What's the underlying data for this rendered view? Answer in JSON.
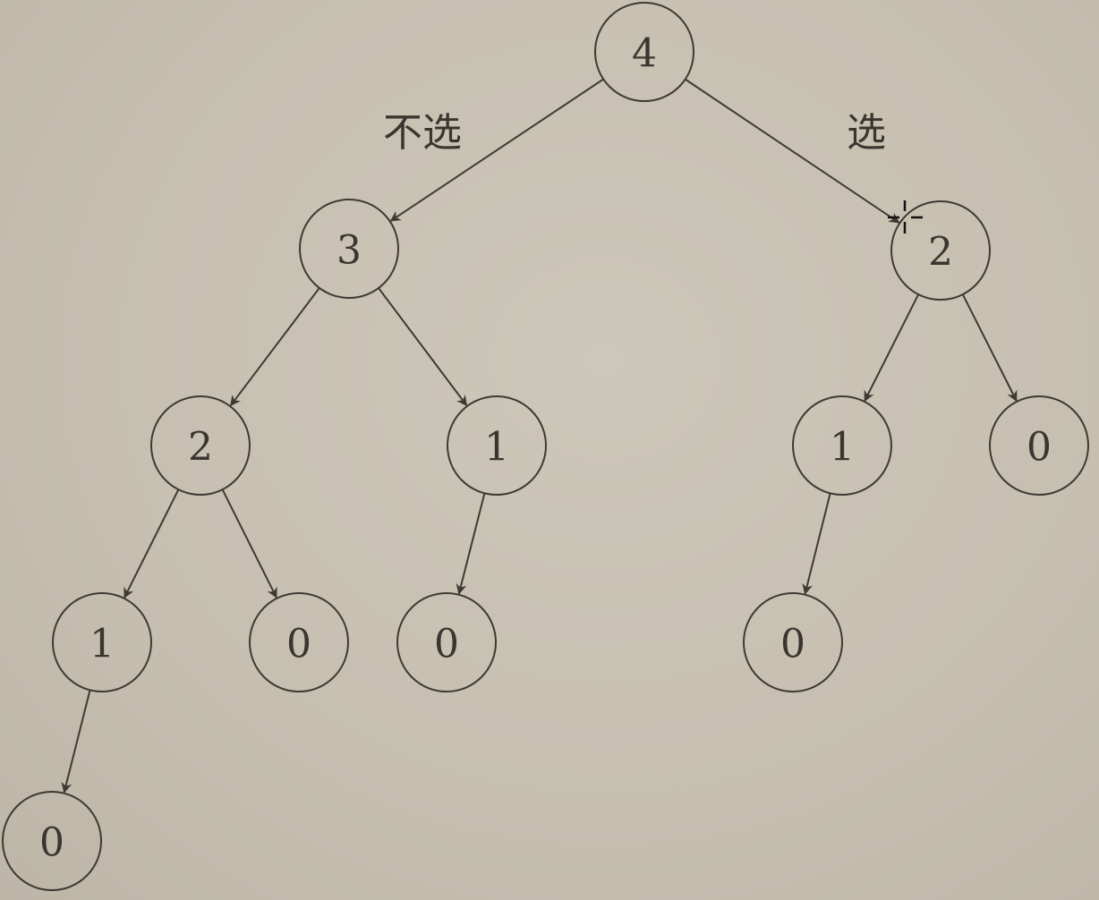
{
  "diagram": {
    "type": "recursion-tree",
    "nodes": [
      {
        "id": "n0",
        "label": "4"
      },
      {
        "id": "n1",
        "label": "3"
      },
      {
        "id": "n2",
        "label": "2"
      },
      {
        "id": "n3",
        "label": "2"
      },
      {
        "id": "n4",
        "label": "1"
      },
      {
        "id": "n5",
        "label": "1"
      },
      {
        "id": "n6",
        "label": "0"
      },
      {
        "id": "n7",
        "label": "1"
      },
      {
        "id": "n8",
        "label": "0"
      },
      {
        "id": "n9",
        "label": "0"
      },
      {
        "id": "n10",
        "label": "0"
      },
      {
        "id": "n11",
        "label": "0"
      }
    ],
    "edges": [
      {
        "from": "n0",
        "to": "n1",
        "label": "不选"
      },
      {
        "from": "n0",
        "to": "n2",
        "label": "选"
      },
      {
        "from": "n1",
        "to": "n3"
      },
      {
        "from": "n1",
        "to": "n4"
      },
      {
        "from": "n2",
        "to": "n5"
      },
      {
        "from": "n2",
        "to": "n6"
      },
      {
        "from": "n3",
        "to": "n7"
      },
      {
        "from": "n3",
        "to": "n8"
      },
      {
        "from": "n4",
        "to": "n9"
      },
      {
        "from": "n5",
        "to": "n10"
      },
      {
        "from": "n7",
        "to": "n11"
      }
    ]
  }
}
